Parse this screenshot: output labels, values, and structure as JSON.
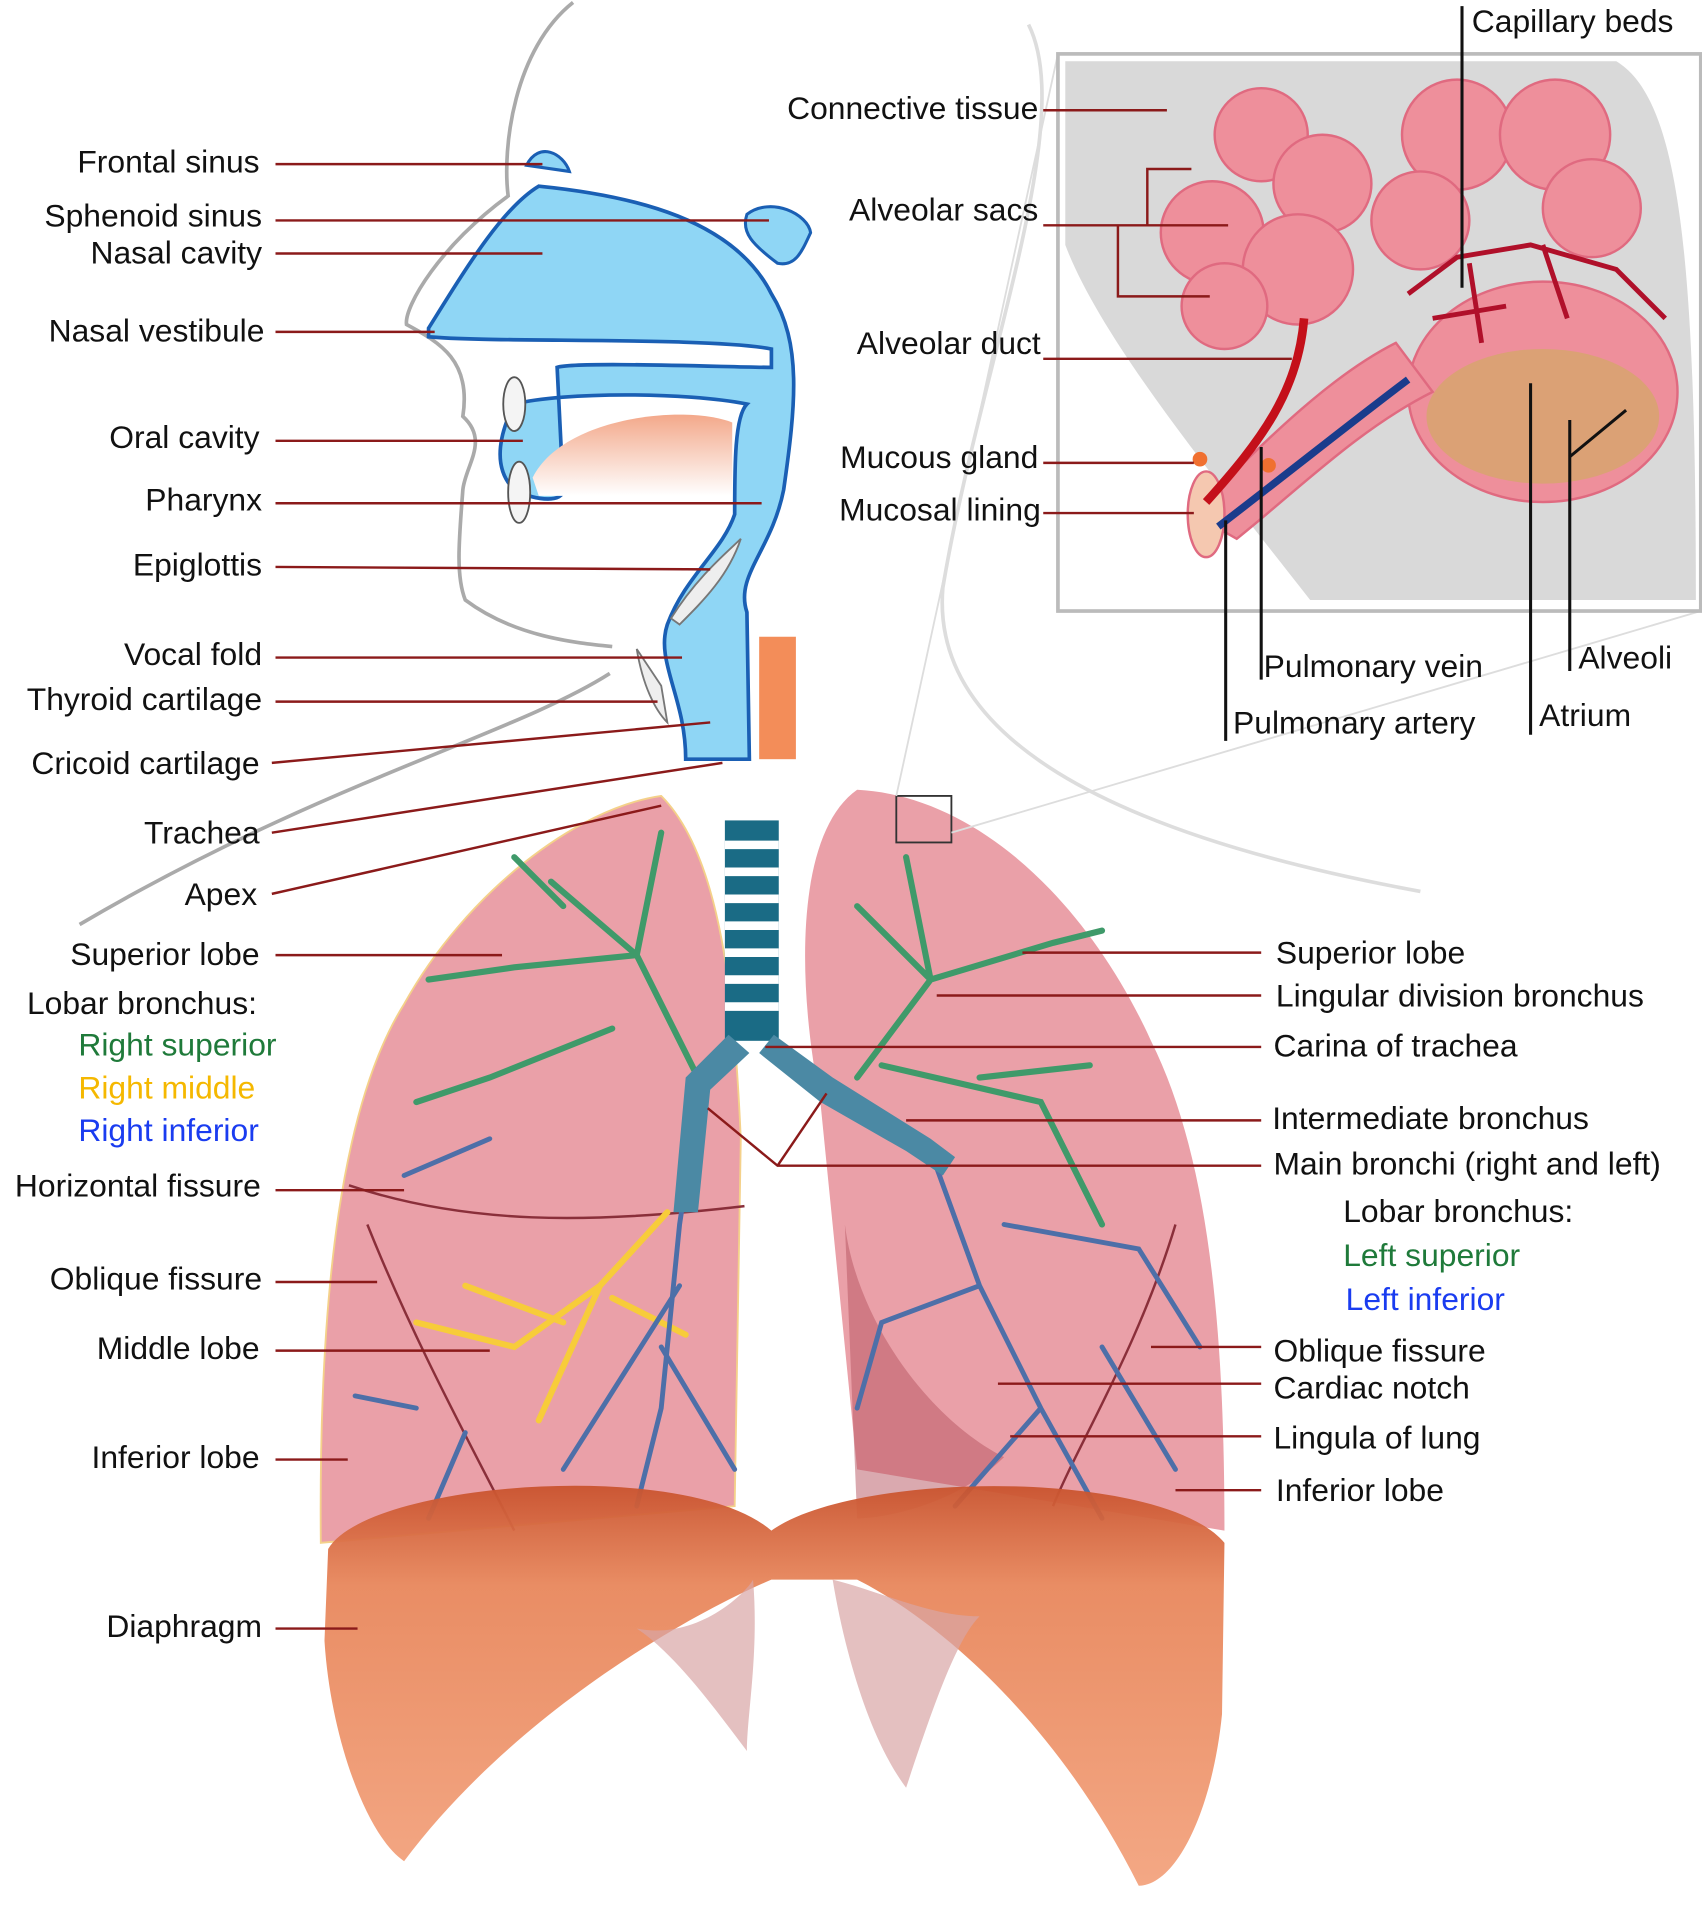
{
  "colors": {
    "leader_line": "#8b1a1a",
    "airway_blue": "#8fd6f5",
    "lung_pink": "#eaa0a8",
    "diaphragm": "#e8875c",
    "superior_green": "#1f7a3a",
    "middle_yellow": "#f5b800",
    "inferior_blue": "#1a3cf0"
  },
  "left_labels": {
    "frontal_sinus": "Frontal sinus",
    "sphenoid_sinus": "Sphenoid sinus",
    "nasal_cavity": "Nasal cavity",
    "nasal_vestibule": "Nasal vestibule",
    "oral_cavity": "Oral cavity",
    "pharynx": "Pharynx",
    "epiglottis": "Epiglottis",
    "vocal_fold": "Vocal fold",
    "thyroid_cartilage": "Thyroid cartilage",
    "cricoid_cartilage": "Cricoid cartilage",
    "trachea": "Trachea",
    "apex": "Apex",
    "superior_lobe": "Superior lobe",
    "lobar_bronchus": "Lobar bronchus:",
    "right_superior": "Right superior",
    "right_middle": "Right middle",
    "right_inferior": "Right inferior",
    "horizontal_fissure": "Horizontal fissure",
    "oblique_fissure": "Oblique fissure",
    "middle_lobe": "Middle lobe",
    "inferior_lobe": "Inferior lobe",
    "diaphragm": "Diaphragm"
  },
  "right_labels": {
    "superior_lobe": "Superior lobe",
    "lingular_division_bronchus": "Lingular division bronchus",
    "carina_of_trachea": "Carina of trachea",
    "intermediate_bronchus": "Intermediate bronchus",
    "main_bronchi": "Main bronchi (right and left)",
    "lobar_bronchus": "Lobar bronchus:",
    "left_superior": "Left superior",
    "left_inferior": "Left inferior",
    "oblique_fissure": "Oblique fissure",
    "cardiac_notch": "Cardiac notch",
    "lingula_of_lung": "Lingula of lung",
    "inferior_lobe": "Inferior lobe"
  },
  "inset_labels": {
    "capillary_beds": "Capillary beds",
    "connective_tissue": "Connective tissue",
    "alveolar_sacs": "Alveolar sacs",
    "alveolar_duct": "Alveolar duct",
    "mucous_gland": "Mucous gland",
    "mucosal_lining": "Mucosal lining",
    "pulmonary_vein": "Pulmonary vein",
    "pulmonary_artery": "Pulmonary artery",
    "alveoli": "Alveoli",
    "atrium": "Atrium"
  }
}
